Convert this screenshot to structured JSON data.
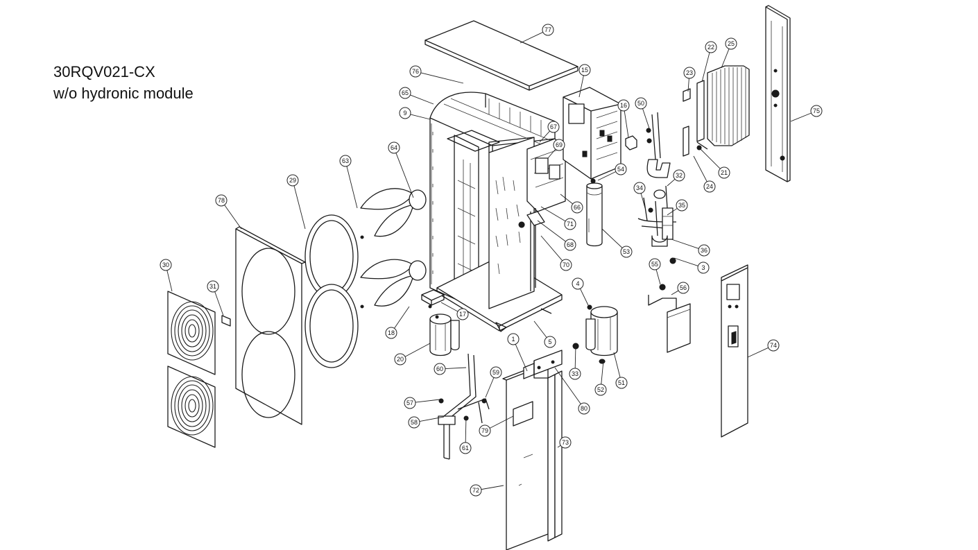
{
  "title": {
    "line1": "30RQV021-CX",
    "line2": "w/o hydronic module"
  },
  "callouts": [
    "77",
    "76",
    "65",
    "9",
    "15",
    "16",
    "50",
    "23",
    "22",
    "25",
    "75",
    "67",
    "69",
    "64",
    "63",
    "29",
    "78",
    "54",
    "32",
    "34",
    "35",
    "21",
    "24",
    "66",
    "71",
    "68",
    "70",
    "53",
    "36",
    "3",
    "55",
    "56",
    "30",
    "31",
    "4",
    "17",
    "18",
    "20",
    "1",
    "5",
    "33",
    "51",
    "52",
    "60",
    "59",
    "57",
    "58",
    "61",
    "79",
    "80",
    "73",
    "72",
    "74"
  ]
}
